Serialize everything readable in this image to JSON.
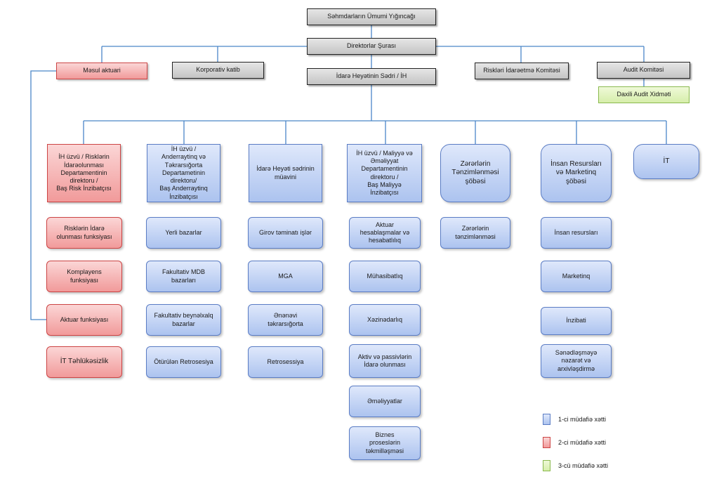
{
  "top": {
    "shareholders": "Səhmdarların Ümumi Yığıncağı",
    "board": "Direktorlar Şurası",
    "chairman": "İdarə Heyətinin Sədri / İH"
  },
  "board_units": {
    "actuary": "Məsul aktuari",
    "secretary": "Korporativ katib",
    "risk_committee": "Riskləri İdarəetmə Komitəsi",
    "audit_committee": "Audit Komitəsi",
    "internal_audit": "Daxili Audit Xidməti"
  },
  "columns": [
    {
      "head": "İH üzvü / Risklərin\nİdarəolunması\nDepartamentinin\ndirektoru /\nBaş Risk İnzibatçısı",
      "items": [
        "Risklərin İdarə\nolunması funksiyası",
        "Komplayens\nfunksiyası",
        "Aktuar funksiyası",
        "İT Təhlükəsizlik"
      ]
    },
    {
      "head": "İH üzvü /\nAnderraytinq və\nTəkrarsığorta\nDepartametinin\ndirektoru/\nBaş Anderraytinq\nİnzibatçısı",
      "items": [
        "Yerli bazarlar",
        "Fakultativ MDB\nbazarları",
        "Fakultativ beynəlxalq\nbazarlar",
        "Ötürülən Retrosesiya"
      ]
    },
    {
      "head": "İdarə Heyəti sədrinin\nmüavini",
      "items": [
        "Girov təminatı işlər",
        "MGA",
        "Ənənəvi\ntəkrarsığorta",
        "Retrosessiya"
      ]
    },
    {
      "head": "İH üzvü / Maliyyə və\nƏməliyyat\nDepartamentinin\ndirektoru /\nBaş Maliyyə\nİnzibatçısı",
      "items": [
        "Aktuar\nhesablaşmalar və\nhesabatlılıq",
        "Mühasibatlıq",
        "Xəzinədarlıq",
        "Aktiv və passivlərin\nİdarə olunması",
        "Əməliyyatlar",
        "Biznes\nproseslərin\ntəkmilləşməsi"
      ]
    },
    {
      "head": "Zərərlərin\nTənzimlənməsi\nşöbəsi",
      "items": [
        "Zərərlərin\ntənzimlənməsi"
      ]
    },
    {
      "head": "İnsan Resursları\nvə Marketinq\nşöbəsi",
      "items": [
        "İnsan resursları",
        "Marketinq",
        "İnzibati",
        "Sənədləşməyə\nnəzarət və\narxivləşdirmə"
      ]
    },
    {
      "head": "İT",
      "items": []
    }
  ],
  "legend": [
    {
      "label": "1-ci müdafiə xətti",
      "color": "#b3c8f0"
    },
    {
      "label": "2-ci  müdafiə xətti",
      "color": "#f4a9a9"
    },
    {
      "label": "3-cü müdafiə xətti",
      "color": "#e3f3c2"
    }
  ]
}
